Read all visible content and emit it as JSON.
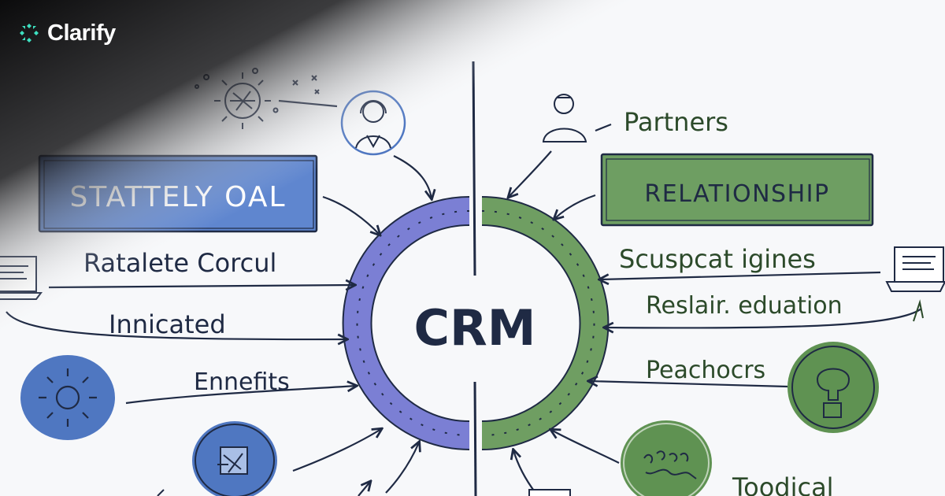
{
  "brand": {
    "name": "Clarify",
    "logo_icon": "clarify-logo-icon"
  },
  "diagram": {
    "center_label": "CRM",
    "left_box": "STATTELY OAL",
    "right_box": "RELATIONSHIP",
    "left_labels": [
      "Ratalete Corcul",
      "Innicated",
      "Ennefits"
    ],
    "right_labels": [
      "Partners",
      "Scuspcat igines",
      "Reslair. eduation",
      "Peachocrs",
      "Toodical"
    ],
    "colors": {
      "ink": "#1f2a44",
      "left_arc": "#7b7fd4",
      "right_arc": "#6f9e62",
      "left_box": "#5f86cf",
      "right_box": "#6e9e62",
      "left_circle": "#4f77c1",
      "right_circle": "#5f9252"
    },
    "icons": [
      "virus-icon",
      "support-agent-icon",
      "person-icon",
      "laptop-icon",
      "sun-icon",
      "document-icon",
      "brain-icon",
      "handshake-icon"
    ]
  }
}
